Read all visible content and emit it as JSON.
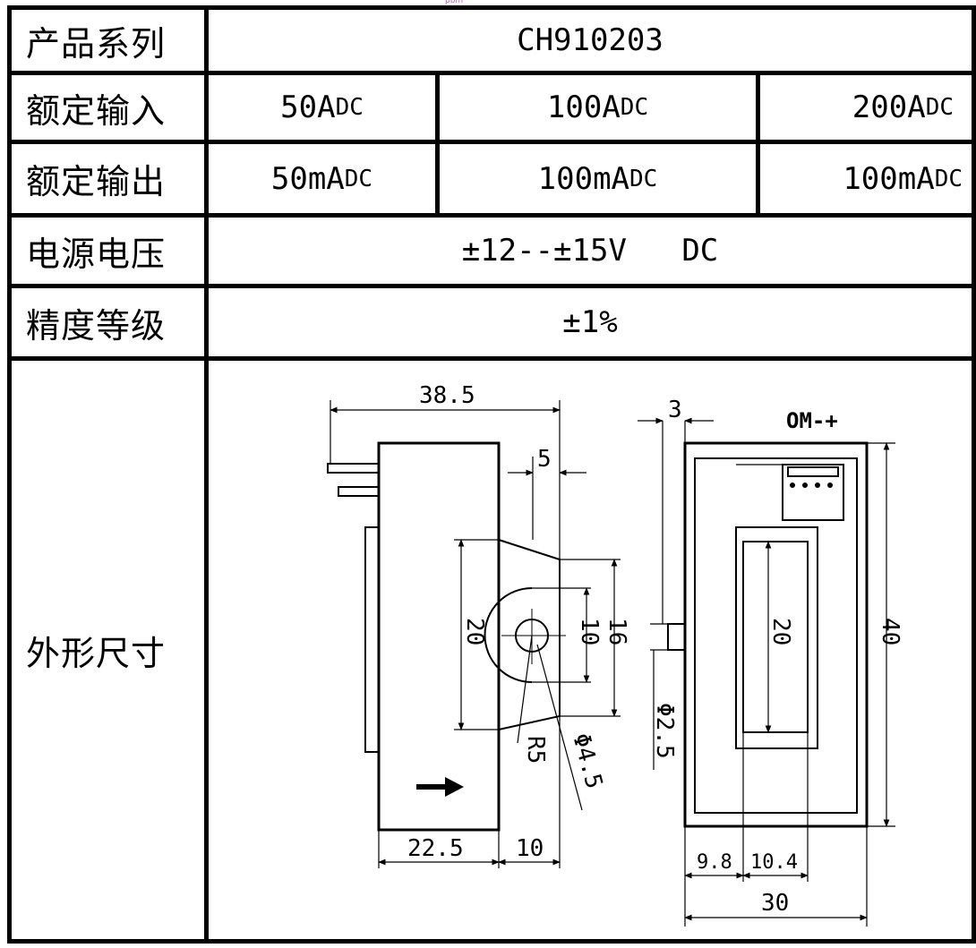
{
  "top_watermark": "pbm",
  "rows": [
    {
      "label": "产品系列",
      "value": "CH910203"
    },
    {
      "label": "额定输入",
      "values": [
        {
          "num": "50",
          "unit_a": "A",
          "unit_dc": "DC"
        },
        {
          "num": "100",
          "unit_a": "A",
          "unit_dc": "DC"
        },
        {
          "num": "200",
          "unit_a": "A",
          "unit_dc": "DC"
        }
      ]
    },
    {
      "label": "额定输出",
      "values": [
        {
          "num": "50mA",
          "unit_dc": "DC"
        },
        {
          "num": "100mA",
          "unit_dc": "DC"
        },
        {
          "num": "100mA",
          "unit_dc": "DC"
        }
      ]
    },
    {
      "label": "电源电压",
      "value": "±12--±15V   DC"
    },
    {
      "label": "精度等级",
      "value": "±1%"
    },
    {
      "label": "外形尺寸"
    }
  ],
  "drawing": {
    "side_view": {
      "width_label": "38.5",
      "tab_label": "5",
      "hole_height_label": "20",
      "inner_label": "10",
      "tab_height_label": "16",
      "radius_label": "R5",
      "diameter_label": "Φ4.5",
      "bottom_left_label": "22.5",
      "bottom_right_label": "10"
    },
    "front_view": {
      "pin_offset_label": "3",
      "terminal_label": "OM-+",
      "window_label": "20",
      "height_label": "40",
      "pin_diameter_label": "Φ2.5",
      "left_offset_label": "9.8",
      "window_width_label": "10.4",
      "total_width_label": "30"
    }
  }
}
